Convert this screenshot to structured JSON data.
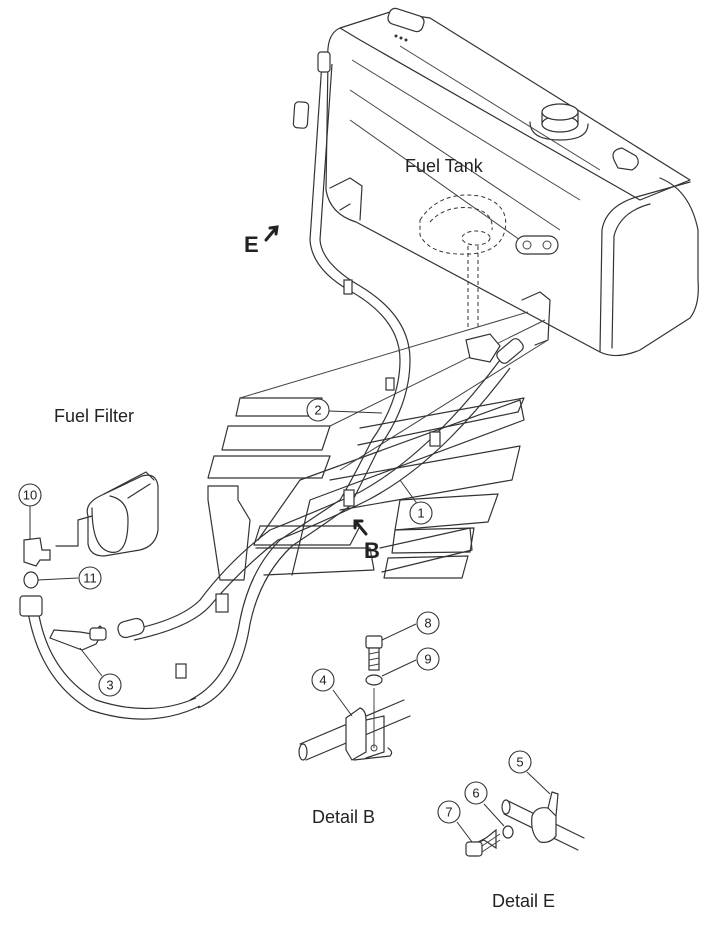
{
  "labels": {
    "fuel_tank": "Fuel Tank",
    "fuel_filter": "Fuel  Filter",
    "detail_b": "Detail  B",
    "detail_e": "Detail  E",
    "view_e": "E",
    "view_b": "B"
  },
  "callouts": [
    "1",
    "2",
    "3",
    "4",
    "5",
    "6",
    "7",
    "8",
    "9",
    "10",
    "11"
  ]
}
